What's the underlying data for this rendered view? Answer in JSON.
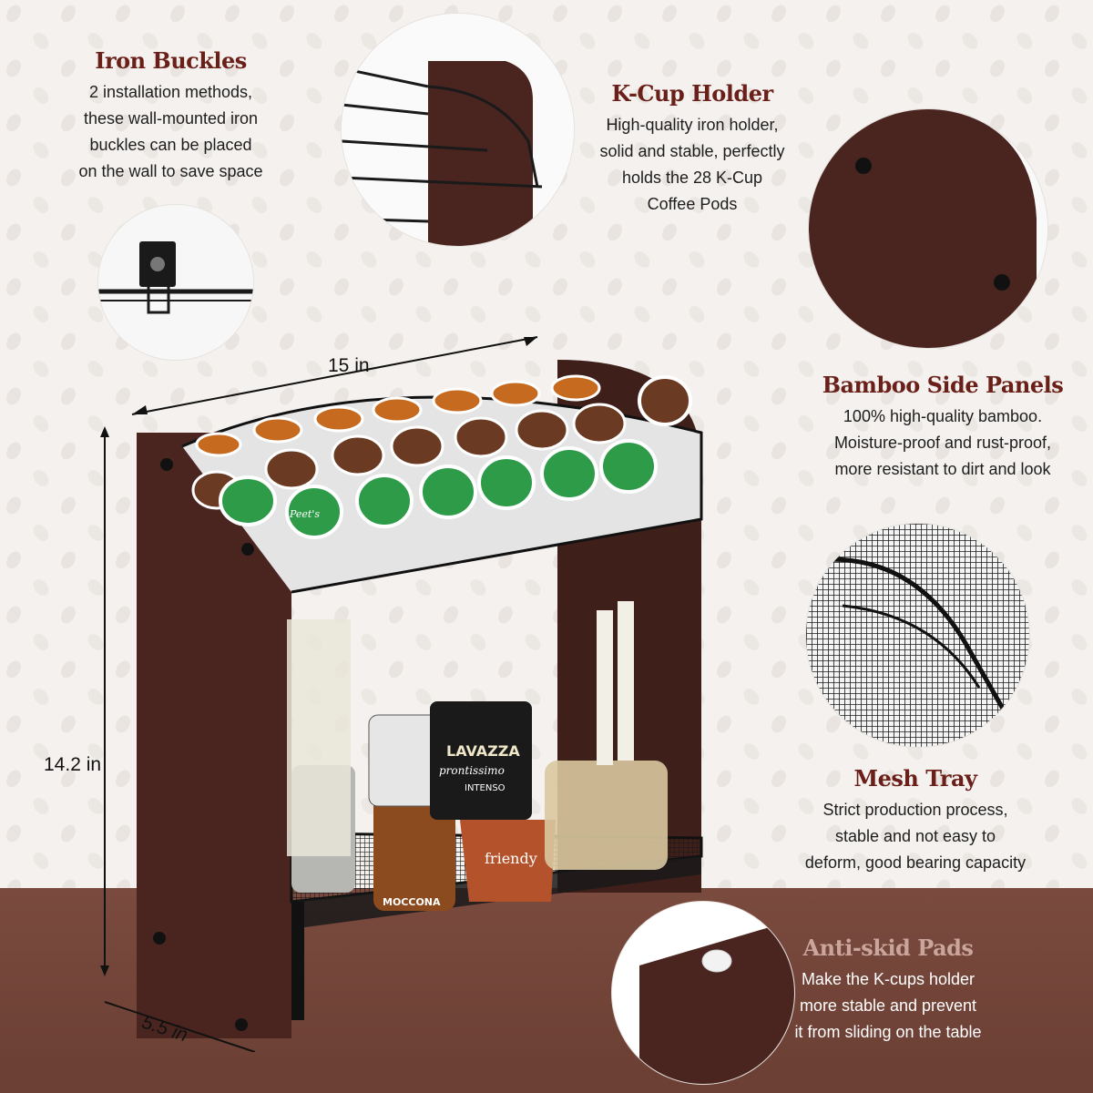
{
  "features": {
    "iron_buckles": {
      "title": "Iron Buckles",
      "lines": [
        "2 installation methods,",
        "these wall-mounted iron",
        "buckles can be placed",
        "on the wall to save space"
      ]
    },
    "kcup_holder": {
      "title": "K-Cup Holder",
      "lines": [
        "High-quality iron holder,",
        "solid and stable, perfectly",
        "holds the 28 K-Cup",
        "Coffee Pods"
      ]
    },
    "bamboo_panels": {
      "title": "Bamboo Side Panels",
      "lines": [
        "100% high-quality bamboo.",
        "Moisture-proof and rust-proof,",
        "more resistant to dirt and look"
      ]
    },
    "mesh_tray": {
      "title": "Mesh Tray",
      "lines": [
        "Strict production process,",
        "stable and not easy to",
        "deform, good bearing capacity"
      ]
    },
    "antiskid_pads": {
      "title": "Anti-skid Pads",
      "lines": [
        "Make the K-cups holder",
        "more stable and prevent",
        "it from sliding on the table"
      ]
    }
  },
  "dimensions": {
    "width": "15 in",
    "height": "14.2 in",
    "depth": "5.5 in"
  },
  "product_labels": {
    "pod_brand": "Peet's",
    "coffee_brand": "LAVAZZA",
    "coffee_brand_2": "MOCCONA",
    "coffee_sub": "prontissimo",
    "coffee_sub_2": "INTENSO",
    "mug_text": "friendy"
  },
  "colors": {
    "wood": "#4a2520",
    "title_red": "#6a1f19",
    "table": "#6b3f34",
    "pod_green": "#2e9b49",
    "pod_orange": "#c56a1f",
    "pod_brown": "#6b3a22"
  }
}
